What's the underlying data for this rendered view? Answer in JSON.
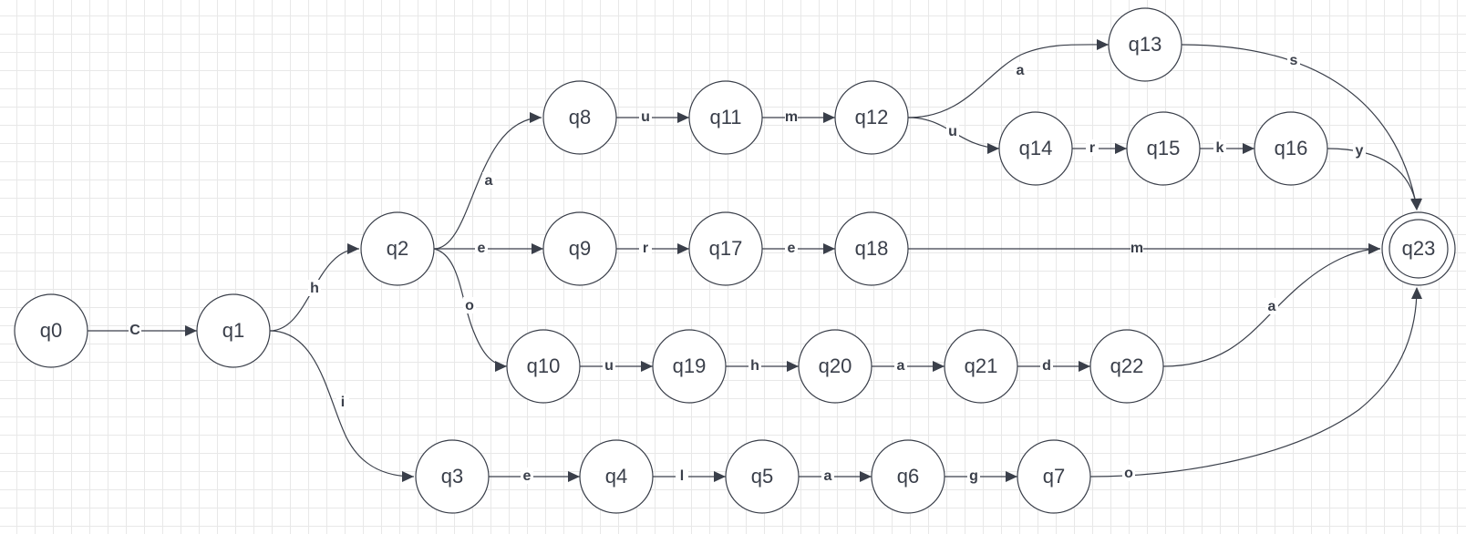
{
  "diagram": {
    "type": "finite-automaton",
    "states": [
      {
        "id": "q0",
        "label": "q0"
      },
      {
        "id": "q1",
        "label": "q1"
      },
      {
        "id": "q2",
        "label": "q2"
      },
      {
        "id": "q3",
        "label": "q3"
      },
      {
        "id": "q4",
        "label": "q4"
      },
      {
        "id": "q5",
        "label": "q5"
      },
      {
        "id": "q6",
        "label": "q6"
      },
      {
        "id": "q7",
        "label": "q7"
      },
      {
        "id": "q8",
        "label": "q8"
      },
      {
        "id": "q9",
        "label": "q9"
      },
      {
        "id": "q10",
        "label": "q10"
      },
      {
        "id": "q11",
        "label": "q11"
      },
      {
        "id": "q12",
        "label": "q12"
      },
      {
        "id": "q13",
        "label": "q13"
      },
      {
        "id": "q14",
        "label": "q14"
      },
      {
        "id": "q15",
        "label": "q15"
      },
      {
        "id": "q16",
        "label": "q16"
      },
      {
        "id": "q17",
        "label": "q17"
      },
      {
        "id": "q18",
        "label": "q18"
      },
      {
        "id": "q19",
        "label": "q19"
      },
      {
        "id": "q20",
        "label": "q20"
      },
      {
        "id": "q21",
        "label": "q21"
      },
      {
        "id": "q22",
        "label": "q22"
      },
      {
        "id": "q23",
        "label": "q23",
        "accepting": true
      }
    ],
    "transitions": [
      {
        "from": "q0",
        "to": "q1",
        "label": "C"
      },
      {
        "from": "q1",
        "to": "q2",
        "label": "h"
      },
      {
        "from": "q1",
        "to": "q3",
        "label": "i"
      },
      {
        "from": "q2",
        "to": "q8",
        "label": "a"
      },
      {
        "from": "q2",
        "to": "q9",
        "label": "e"
      },
      {
        "from": "q2",
        "to": "q10",
        "label": "o"
      },
      {
        "from": "q3",
        "to": "q4",
        "label": "e"
      },
      {
        "from": "q4",
        "to": "q5",
        "label": "l"
      },
      {
        "from": "q5",
        "to": "q6",
        "label": "a"
      },
      {
        "from": "q6",
        "to": "q7",
        "label": "g"
      },
      {
        "from": "q7",
        "to": "q23",
        "label": "o"
      },
      {
        "from": "q8",
        "to": "q11",
        "label": "u"
      },
      {
        "from": "q11",
        "to": "q12",
        "label": "m"
      },
      {
        "from": "q12",
        "to": "q13",
        "label": "a"
      },
      {
        "from": "q12",
        "to": "q14",
        "label": "u"
      },
      {
        "from": "q13",
        "to": "q23",
        "label": "s"
      },
      {
        "from": "q14",
        "to": "q15",
        "label": "r"
      },
      {
        "from": "q15",
        "to": "q16",
        "label": "k"
      },
      {
        "from": "q16",
        "to": "q23",
        "label": "y"
      },
      {
        "from": "q9",
        "to": "q17",
        "label": "r"
      },
      {
        "from": "q17",
        "to": "q18",
        "label": "e"
      },
      {
        "from": "q18",
        "to": "q23",
        "label": "m"
      },
      {
        "from": "q10",
        "to": "q19",
        "label": "u"
      },
      {
        "from": "q19",
        "to": "q20",
        "label": "h"
      },
      {
        "from": "q20",
        "to": "q21",
        "label": "a"
      },
      {
        "from": "q21",
        "to": "q22",
        "label": "d"
      },
      {
        "from": "q22",
        "to": "q23",
        "label": "a"
      }
    ]
  }
}
